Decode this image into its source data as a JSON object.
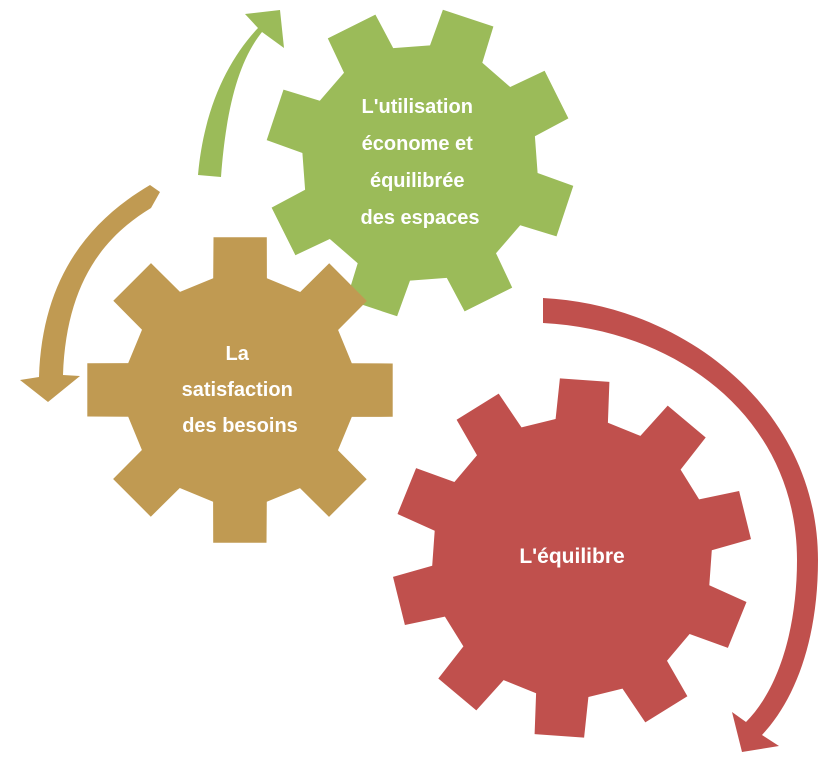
{
  "diagram": {
    "gears": [
      {
        "id": "utilisation",
        "color": "#9bbb59",
        "lines": [
          "L'utilisation",
          "économe et",
          "équilibrée",
          "des espaces"
        ]
      },
      {
        "id": "satisfaction",
        "color": "#c09a52",
        "lines": [
          "La",
          "satisfaction",
          "des besoins"
        ]
      },
      {
        "id": "equilibre",
        "color": "#c0504d",
        "lines": [
          "L'équilibre"
        ]
      }
    ],
    "arrows": [
      {
        "id": "green-arrow",
        "color": "#9bbb59"
      },
      {
        "id": "tan-arrow",
        "color": "#c09a52"
      },
      {
        "id": "red-arrow",
        "color": "#c0504d"
      }
    ]
  }
}
